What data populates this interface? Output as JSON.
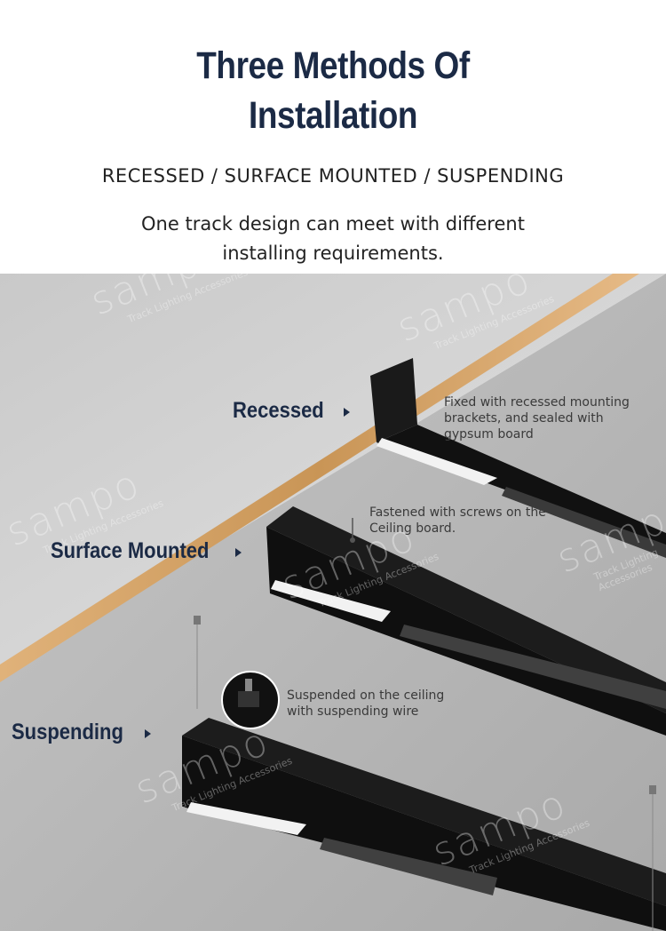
{
  "header": {
    "title_line1": "Three Methods Of",
    "title_line2": "Installation",
    "subtitle": "RECESSED / SURFACE MOUNTED / SUSPENDING",
    "description_line1": "One track design can meet with different",
    "description_line2": "installing requirements."
  },
  "methods": [
    {
      "label": "Recessed",
      "note_lines": [
        "Fixed with recessed mounting",
        "brackets, and sealed with",
        "gypsum board"
      ]
    },
    {
      "label": "Surface Mounted",
      "note_lines": [
        "Fastened with screws on the",
        "Ceiling board."
      ]
    },
    {
      "label": "Suspending",
      "note_lines": [
        "Suspended on the ceiling",
        "with suspending wire"
      ]
    }
  ],
  "watermark": {
    "brand": "sampo",
    "tagline": "Track Lighting Accessories"
  },
  "colors": {
    "heading": "#1b2a45",
    "ceiling": "#d6d6d6",
    "wall": "#bdbdbd",
    "wood_edge": "#d9a86a",
    "fixture": "#141414"
  }
}
